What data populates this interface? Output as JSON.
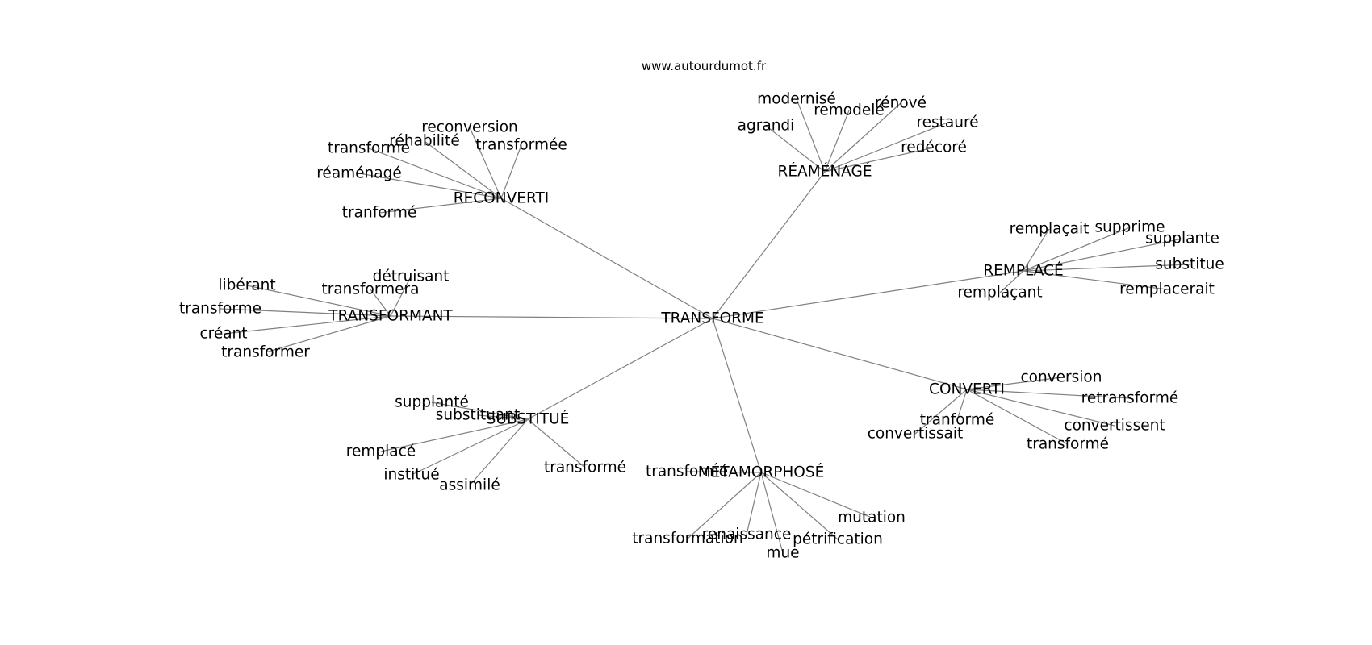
{
  "site": {
    "url": "www.autourdumot.fr"
  },
  "graph": {
    "center": "TRANSFORME",
    "hubs": [
      {
        "label": "RÉAMÉNAGÉ",
        "leaves": [
          "modernisé",
          "agrandi",
          "remodelé",
          "rénové",
          "restauré",
          "redécoré"
        ]
      },
      {
        "label": "RECONVERTI",
        "leaves": [
          "reconversion",
          "réhabilité",
          "transformée",
          "transforme",
          "réaménagé",
          "tranformé"
        ]
      },
      {
        "label": "REMPLACÉ",
        "leaves": [
          "remplaçait",
          "supprime",
          "supplante",
          "substitue",
          "remplacerait",
          "remplaçant"
        ]
      },
      {
        "label": "TRANSFORMANT",
        "leaves": [
          "détruisant",
          "libérant",
          "transformera",
          "transforme",
          "créant",
          "transformer"
        ]
      },
      {
        "label": "CONVERTI",
        "leaves": [
          "conversion",
          "retransformé",
          "tranformé",
          "convertissent",
          "convertissait",
          "transformé"
        ]
      },
      {
        "label": "SUBSTITUÉ",
        "leaves": [
          "supplanté",
          "substituant",
          "remplacé",
          "institué",
          "assimilé",
          "transformé"
        ]
      },
      {
        "label": "MÉTAMORPHOSÉ",
        "leaves": [
          "transformé",
          "mutation",
          "renaissance",
          "transformation",
          "pétrification",
          "mue"
        ]
      }
    ]
  }
}
